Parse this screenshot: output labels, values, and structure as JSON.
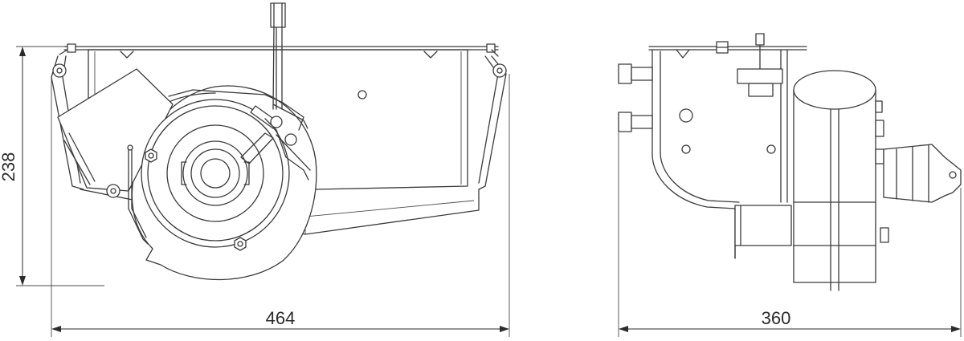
{
  "dimensions": {
    "front_width": "464",
    "front_height": "238",
    "side_width": "360"
  }
}
